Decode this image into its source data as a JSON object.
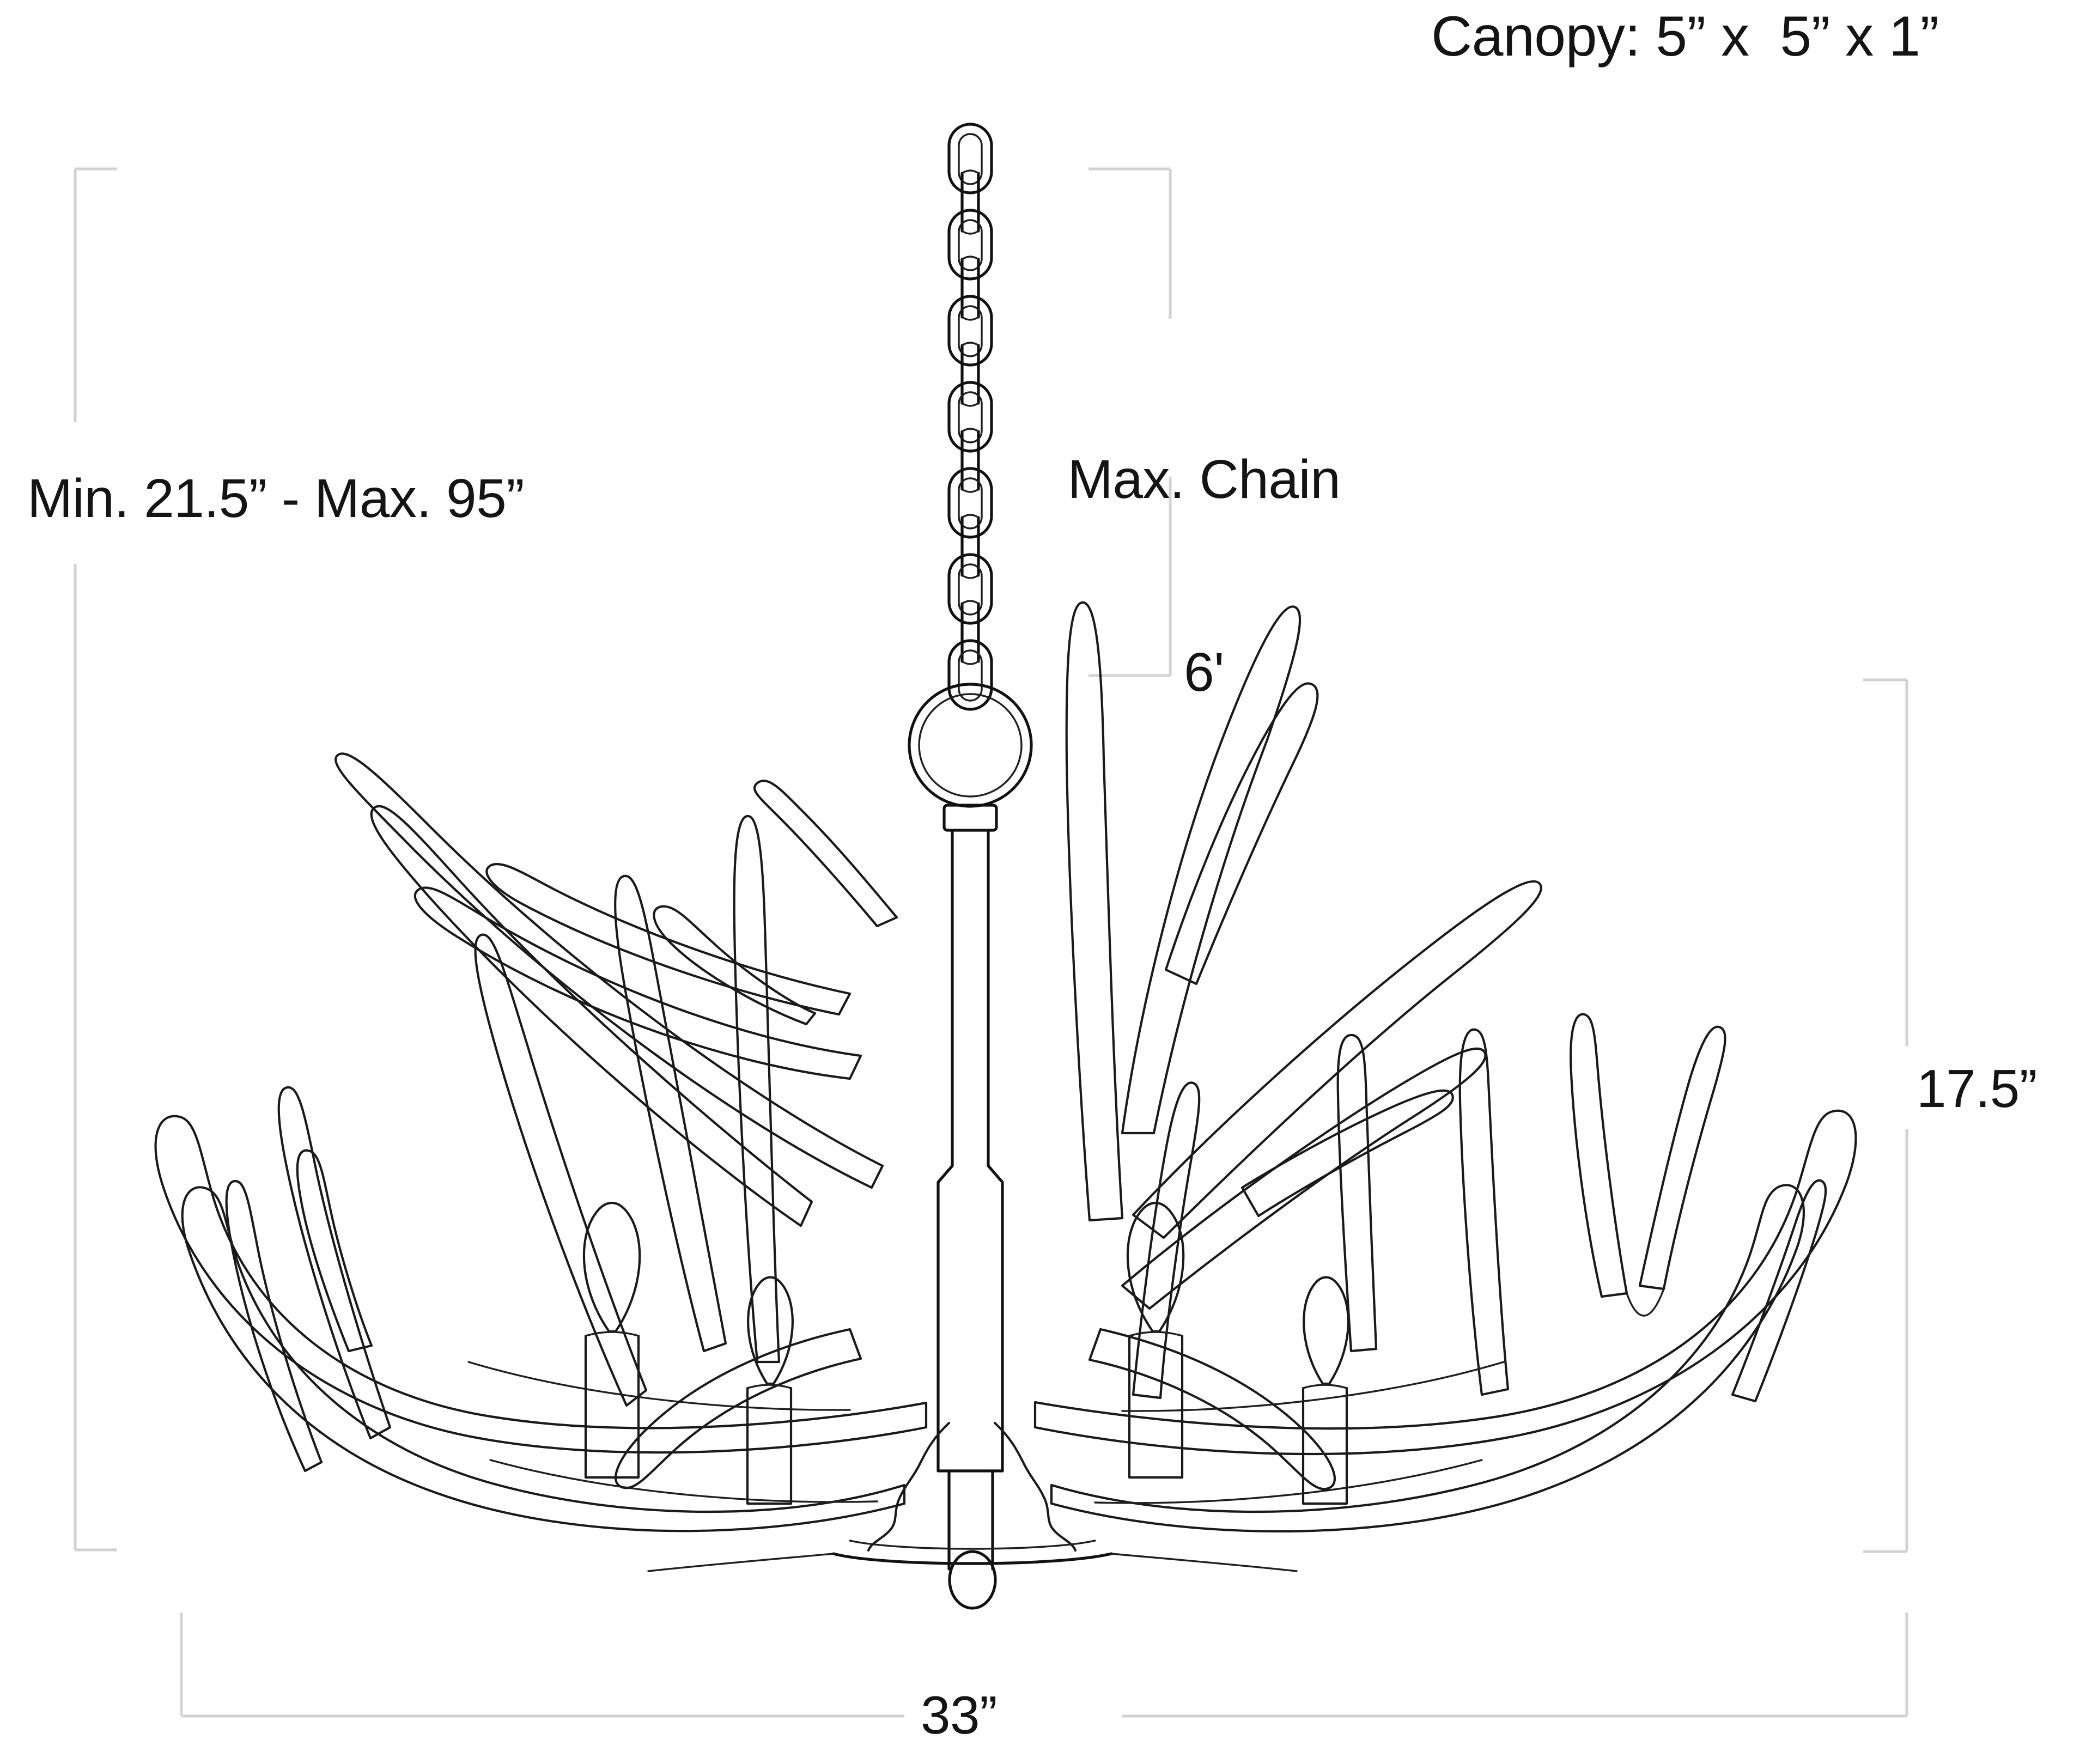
{
  "diagram": {
    "subject": "antler-chandelier-dimension-drawing",
    "background_color": "#ffffff",
    "line_color": "#1a1a1a",
    "dimension_line_color": "#d2d2d2"
  },
  "labels": {
    "canopy": "Canopy: 5” x  5” x 1”",
    "max_chain_line1": "Max. Chain",
    "max_chain_line2": "6'",
    "min_max_height": "Min. 21.5” - Max. 95”",
    "fixture_height": "17.5”",
    "fixture_width": "33”"
  },
  "dimensions": {
    "canopy_width": "5”",
    "canopy_depth": "5”",
    "canopy_height": "1”",
    "max_chain": "6'",
    "min_hang_height": "21.5”",
    "max_hang_height": "95”",
    "fixture_height": "17.5”",
    "fixture_width": "33”"
  },
  "fixture": {
    "type": "antler chandelier",
    "candle_count": 4,
    "parts": [
      "chain",
      "hanging-ring",
      "center-stem",
      "antler-arms",
      "candle-sleeves",
      "candle-flame-bulbs",
      "bottom-hub",
      "bottom-finial"
    ]
  }
}
